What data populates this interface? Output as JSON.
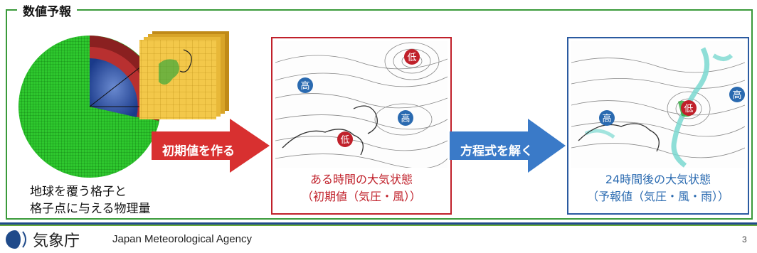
{
  "section_title": "数値予報",
  "globe": {
    "caption_line1": "地球を覆う格子と",
    "caption_line2": "格子点に与える物理量"
  },
  "arrow_init": {
    "label": "初期値を作る",
    "color": "#d83030"
  },
  "arrow_solve": {
    "label": "方程式を解く",
    "color": "#3a7ac8"
  },
  "panel_initial": {
    "caption_line1": "ある時間の大気状態",
    "caption_line2": "（初期値（気圧・風））",
    "high_mark": "高",
    "low_mark": "低"
  },
  "panel_forecast": {
    "caption_line1": "24時間後の大気状態",
    "caption_line2": "（予報値（気圧・風・雨））",
    "high_mark": "高",
    "low_mark": "低"
  },
  "footer": {
    "agency_ja": "気象庁",
    "agency_en": "Japan Meteorological Agency",
    "page_number": "3"
  },
  "colors": {
    "frame": "#3a9a3a",
    "red": "#c0202a",
    "blue": "#2a5aa0",
    "footer_blue": "#1f4a8a"
  }
}
